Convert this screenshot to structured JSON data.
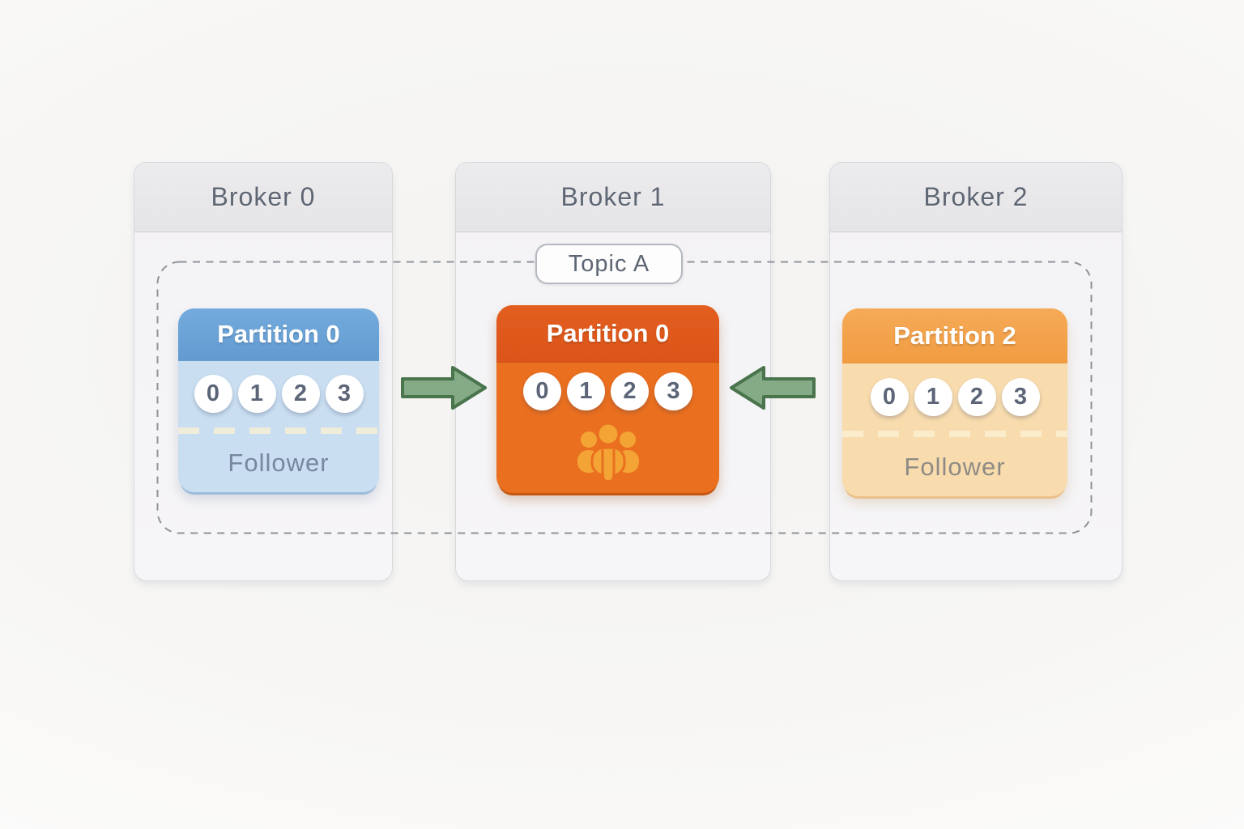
{
  "brokers": [
    {
      "label": "Broker 0"
    },
    {
      "label": "Broker 1"
    },
    {
      "label": "Broker 2"
    }
  ],
  "topic": {
    "label": "Topic A"
  },
  "partitions": [
    {
      "title": "Partition 0",
      "offsets": [
        "0",
        "1",
        "2",
        "3"
      ],
      "role_label": "Follower",
      "theme": "blue"
    },
    {
      "title": "Partition 0",
      "offsets": [
        "0",
        "1",
        "2",
        "3"
      ],
      "icon": "consumers-icon",
      "theme": "orange-leader"
    },
    {
      "title": "Partition 2",
      "offsets": [
        "0",
        "1",
        "2",
        "3"
      ],
      "role_label": "Follower",
      "theme": "amber"
    }
  ],
  "arrows": [
    {
      "name": "replication-arrow-from-broker0",
      "direction": "right"
    },
    {
      "name": "replication-arrow-from-broker2",
      "direction": "left"
    }
  ],
  "colors": {
    "broker_header_bg": "#e9e8ea",
    "broker_body_bg": "#f4f3f5",
    "broker_text": "#5e6673",
    "topic_dash": "#8e939b",
    "blue_header": "#6ca4d8",
    "blue_body": "#c9def1",
    "blue_role_text": "#76879e",
    "leader_header": "#e0591c",
    "leader_body": "#ea6f1f",
    "consumers_icon": "#f3a435",
    "amber_header": "#f4a34e",
    "amber_body": "#f8dcae",
    "amber_role_text": "#8f8b84",
    "offset_circle_bg": "#ffffff",
    "offset_text": "#5b6577",
    "arrow_fill": "#84aa86",
    "arrow_stroke": "#49744c"
  }
}
